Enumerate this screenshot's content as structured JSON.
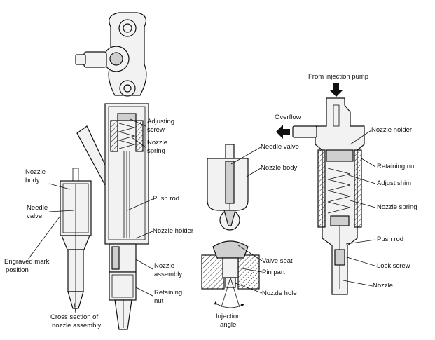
{
  "labels": {
    "adjusting_screw_1": "Adjusting",
    "adjusting_screw_2": "screw",
    "nozzle_spring_1": "Nozzle",
    "nozzle_spring_2": "spring",
    "nozzle_body_1": "Nozzle",
    "nozzle_body_2": "body",
    "needle_valve_1": "Needle",
    "needle_valve_2": "valve",
    "push_rod": "Push rod",
    "nozzle_holder": "Nozzle holder",
    "engraved_mark_1": "Engraved mark",
    "engraved_mark_2": "position",
    "nozzle_assembly_1": "Nozzle",
    "nozzle_assembly_2": "assembly",
    "retaining_nut_1": "Retaining",
    "retaining_nut_2": "nut",
    "cross_section_1": "Cross section of",
    "cross_section_2": "nozzle assembly",
    "detail_needle_valve": "Needle valve",
    "detail_nozzle_body": "Nozzle body",
    "valve_seat": "Valve seat",
    "pin_part": "Pin part",
    "nozzle_hole": "Nozzle hole",
    "injection_angle_1": "Injection",
    "injection_angle_2": "angle",
    "from_injection_pump": "From injection pump",
    "overflow": "Overflow",
    "r_nozzle_holder": "Nozzle holder",
    "r_retaining_nut": "Retaining nut",
    "r_adjust_shim": "Adjust shim",
    "r_nozzle_spring": "Nozzle spring",
    "r_push_rod": "Push rod",
    "r_lock_screw": "Lock screw",
    "r_nozzle": "Nozzle"
  }
}
